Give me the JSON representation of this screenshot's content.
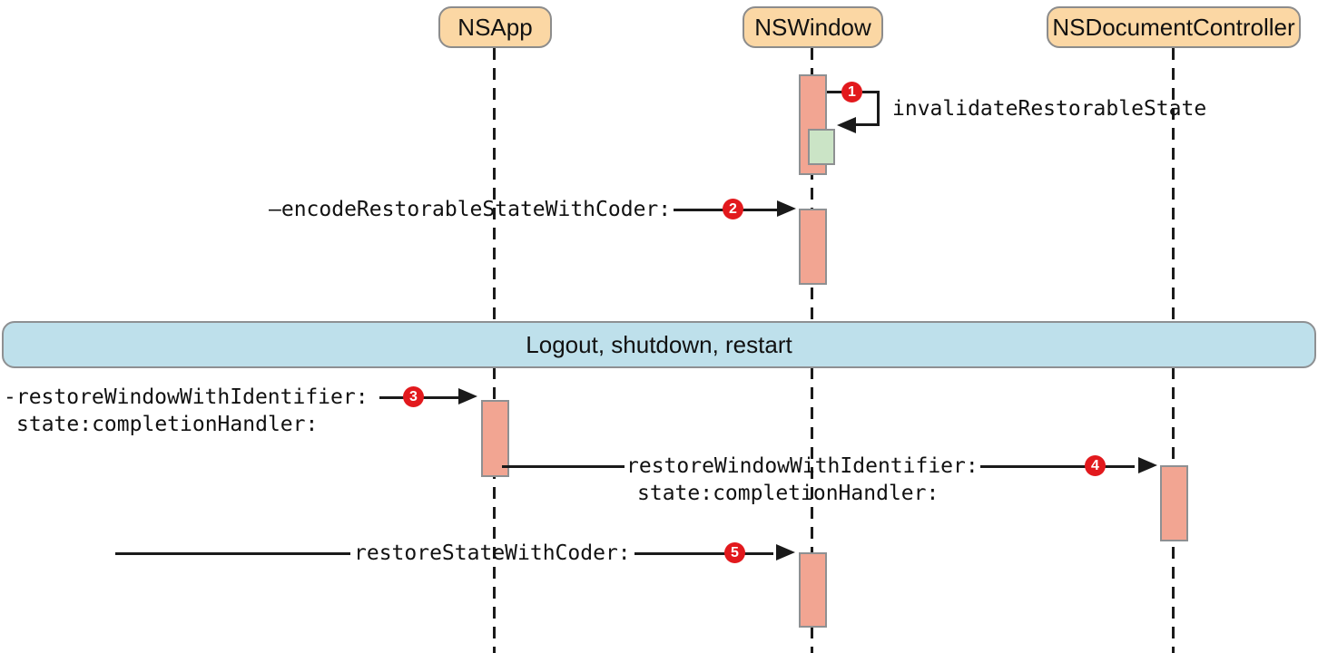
{
  "actors": [
    {
      "label": "NSApp"
    },
    {
      "label": "NSWindow"
    },
    {
      "label": "NSDocumentController"
    }
  ],
  "separator": {
    "label": "Logout, shutdown, restart"
  },
  "messages": [
    {
      "num": "1",
      "label": "invalidateRestorableState",
      "type": "self-call",
      "from": "NSWindow",
      "to": "NSWindow"
    },
    {
      "num": "2",
      "label": "—encodeRestorableStateWithCoder:",
      "type": "call",
      "to": "NSWindow"
    },
    {
      "num": "3",
      "label": "-restoreWindowWithIdentifier:",
      "label2": "state:completionHandler:",
      "type": "call",
      "to": "NSApp"
    },
    {
      "num": "4",
      "label": "restoreWindowWithIdentifier:",
      "label2": "state:completionHandler:",
      "type": "call",
      "from": "NSApp",
      "to": "NSDocumentController"
    },
    {
      "num": "5",
      "label": "restoreStateWithCoder:",
      "type": "call",
      "to": "NSWindow"
    }
  ],
  "colors": {
    "actor_fill": "#fbd7a4",
    "actor_border": "#8c8c8c",
    "activation_fill": "#f2a592",
    "activation_border": "#8e9092",
    "nested_activation_fill": "#cbe4c6",
    "separator_fill": "#bee0eb",
    "badge_fill": "#e2191d",
    "badge_text": "#ffffff",
    "line_color": "#1a1a1a",
    "background": "#ffffff"
  }
}
